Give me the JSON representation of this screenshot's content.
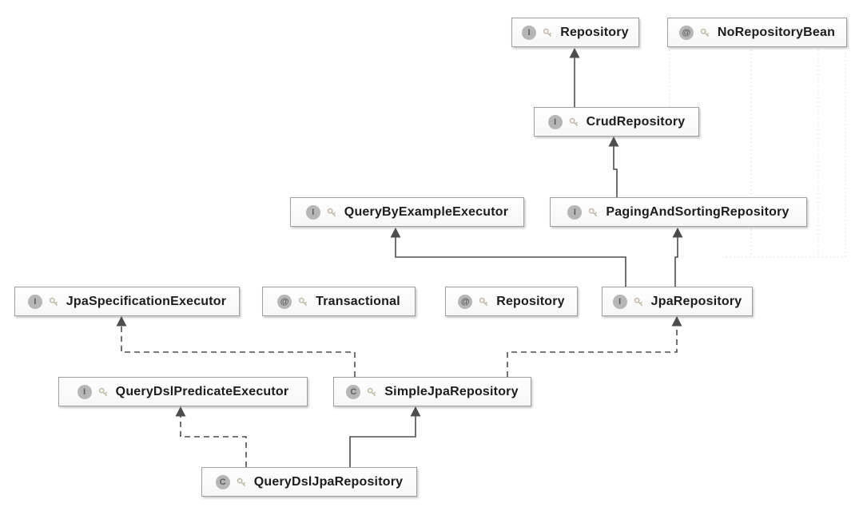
{
  "diagram_kind": "uml-class-hierarchy",
  "icons": {
    "interface": "I",
    "class": "C",
    "annotation": "@",
    "key": "key-icon"
  },
  "colors": {
    "background": "#ffffff",
    "node_fill": "#f9f9f9",
    "node_border": "#9e9e9e",
    "edge": "#4d4d4d",
    "faint_edge": "#ebebeb",
    "badge_fill": "#b6b6b6",
    "label_text": "#1c1c1c"
  },
  "nodes": [
    {
      "id": "repository-interface",
      "label": "Repository",
      "kind": "interface"
    },
    {
      "id": "no-repository-bean",
      "label": "NoRepositoryBean",
      "kind": "annotation"
    },
    {
      "id": "crud-repository",
      "label": "CrudRepository",
      "kind": "interface"
    },
    {
      "id": "query-by-example-executor",
      "label": "QueryByExampleExecutor",
      "kind": "interface"
    },
    {
      "id": "paging-and-sorting-repository",
      "label": "PagingAndSortingRepository",
      "kind": "interface"
    },
    {
      "id": "jpa-specification-executor",
      "label": "JpaSpecificationExecutor",
      "kind": "interface"
    },
    {
      "id": "transactional",
      "label": "Transactional",
      "kind": "annotation"
    },
    {
      "id": "repository-annotation",
      "label": "Repository",
      "kind": "annotation"
    },
    {
      "id": "jpa-repository",
      "label": "JpaRepository",
      "kind": "interface"
    },
    {
      "id": "query-dsl-predicate-executor",
      "label": "QueryDslPredicateExecutor",
      "kind": "interface"
    },
    {
      "id": "simple-jpa-repository",
      "label": "SimpleJpaRepository",
      "kind": "class"
    },
    {
      "id": "query-dsl-jpa-repository",
      "label": "QueryDslJpaRepository",
      "kind": "class"
    }
  ],
  "edges": [
    {
      "from": "crud-repository",
      "to": "repository-interface",
      "style": "solid",
      "relation": "extends"
    },
    {
      "from": "paging-and-sorting-repository",
      "to": "crud-repository",
      "style": "solid",
      "relation": "extends"
    },
    {
      "from": "jpa-repository",
      "to": "query-by-example-executor",
      "style": "solid",
      "relation": "extends"
    },
    {
      "from": "jpa-repository",
      "to": "paging-and-sorting-repository",
      "style": "solid",
      "relation": "extends"
    },
    {
      "from": "simple-jpa-repository",
      "to": "jpa-specification-executor",
      "style": "dashed",
      "relation": "implements"
    },
    {
      "from": "simple-jpa-repository",
      "to": "jpa-repository",
      "style": "dashed",
      "relation": "implements"
    },
    {
      "from": "query-dsl-jpa-repository",
      "to": "query-dsl-predicate-executor",
      "style": "dashed",
      "relation": "implements"
    },
    {
      "from": "query-dsl-jpa-repository",
      "to": "simple-jpa-repository",
      "style": "solid",
      "relation": "extends"
    }
  ]
}
